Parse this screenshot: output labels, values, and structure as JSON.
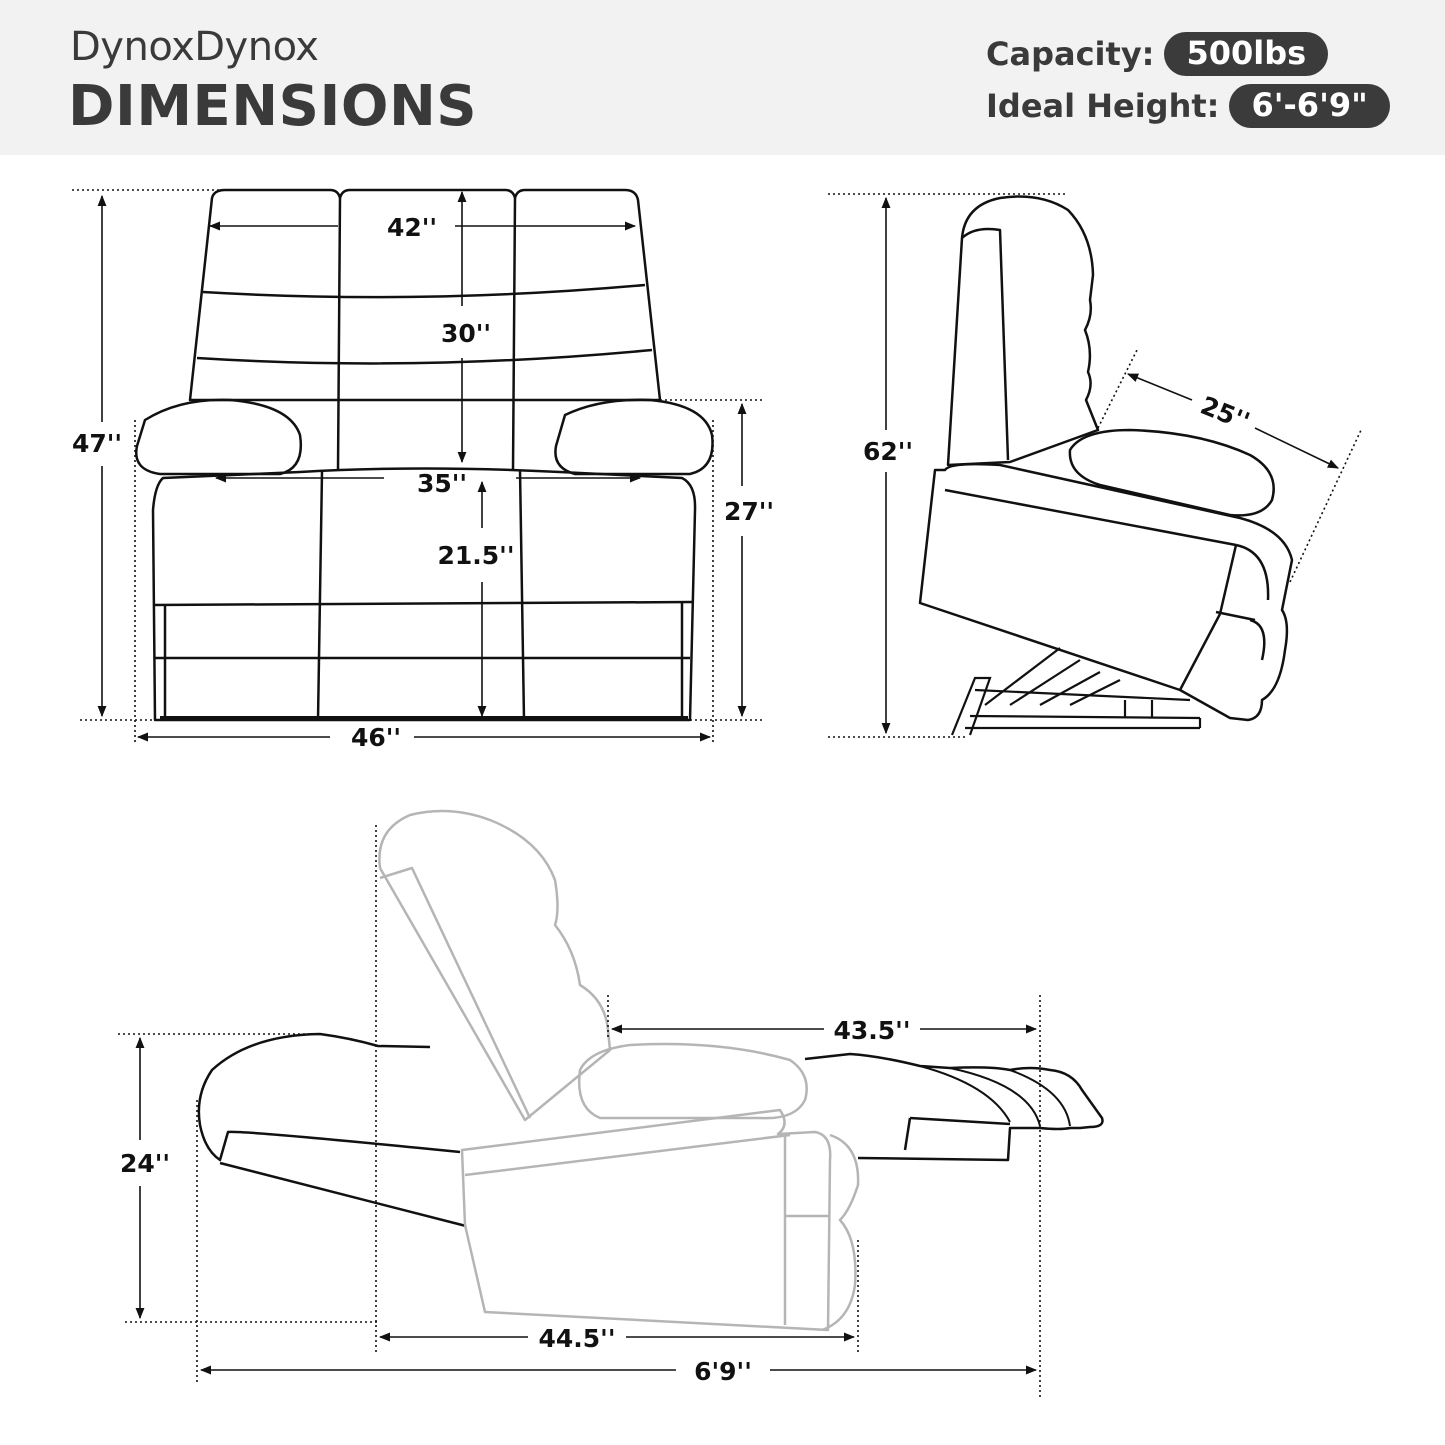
{
  "header": {
    "brand": "DynoxDynox",
    "title": "DIMENSIONS",
    "capacity_label": "Capacity:",
    "capacity_value": "500lbs",
    "height_label": "Ideal Height:",
    "height_value": "6'-6'9\""
  },
  "dimensions": {
    "front": {
      "back_width": "42''",
      "back_height": "30''",
      "total_height": "47''",
      "seat_width": "35''",
      "seat_height": "21.5''",
      "arm_height": "27''",
      "total_width": "46''"
    },
    "side": {
      "lift_height": "62''",
      "seat_depth": "25''"
    },
    "reclined": {
      "recline_height": "24''",
      "legrest_length": "43.5''",
      "base_depth": "44.5''",
      "total_length": "6'9''"
    }
  },
  "colors": {
    "header_bg": "#f2f2f2",
    "text_dark": "#3a3a3a",
    "pill_bg": "#3b3b3b",
    "line": "#111111",
    "ghost_line": "#b5b5b5"
  }
}
